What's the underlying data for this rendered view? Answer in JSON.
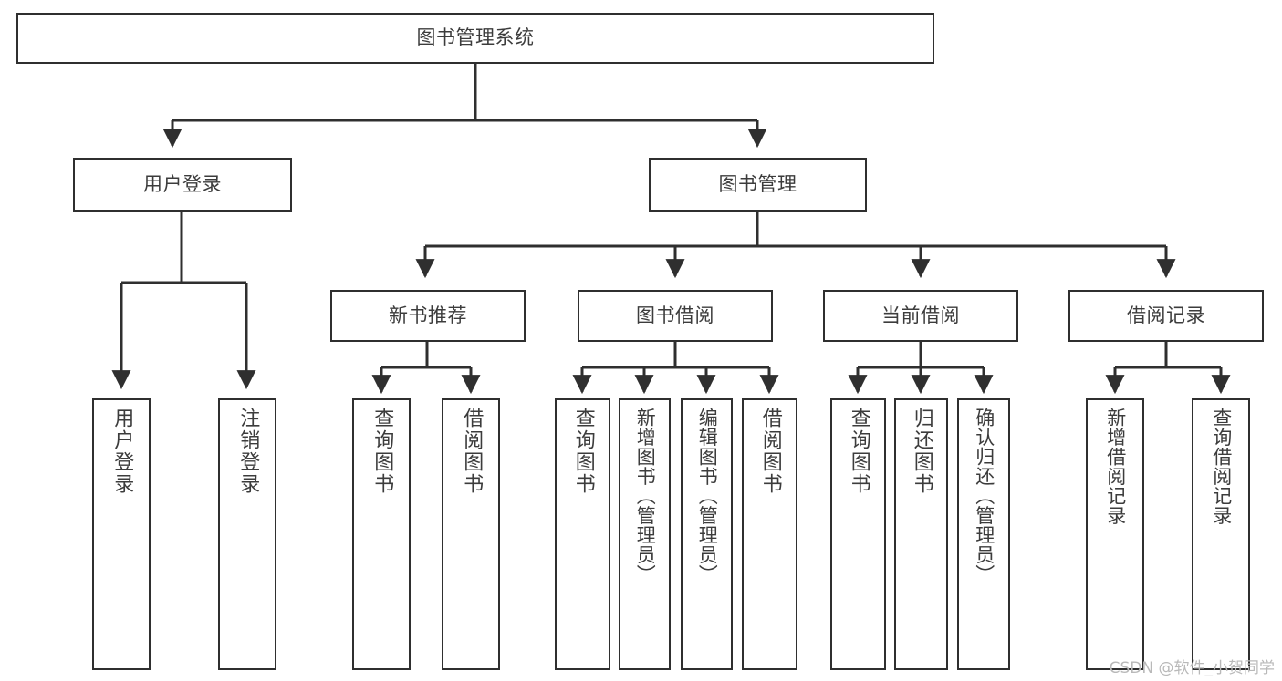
{
  "diagram": {
    "title": "图书管理系统",
    "type": "tree-hierarchy-chart",
    "watermark": "CSDN @软件_小贺同学",
    "colors": {
      "box_border": "#2f2f2f",
      "box_fill": "#ffffff",
      "text": "#3c3c3c",
      "connector": "#2f2f2f",
      "watermark": "#b9b9b9",
      "background": "#ffffff"
    },
    "root": {
      "label": "图书管理系统"
    },
    "level2": [
      {
        "label": "用户登录"
      },
      {
        "label": "图书管理"
      }
    ],
    "level3": [
      {
        "label": "新书推荐"
      },
      {
        "label": "图书借阅"
      },
      {
        "label": "当前借阅"
      },
      {
        "label": "借阅记录"
      }
    ],
    "leaves": {
      "user_login": [
        {
          "label": "用户登录"
        },
        {
          "label": "注销登录"
        }
      ],
      "new_book_recommend": [
        {
          "label": "查询图书"
        },
        {
          "label": "借阅图书"
        }
      ],
      "book_borrow": [
        {
          "label": "查询图书"
        },
        {
          "label": "新增图书（管理员）"
        },
        {
          "label": "编辑图书（管理员）"
        },
        {
          "label": "借阅图书"
        }
      ],
      "current_borrow": [
        {
          "label": "查询图书"
        },
        {
          "label": "归还图书"
        },
        {
          "label": "确认归还（管理员）"
        }
      ],
      "borrow_record": [
        {
          "label": "新增借阅记录"
        },
        {
          "label": "查询借阅记录"
        }
      ]
    }
  }
}
